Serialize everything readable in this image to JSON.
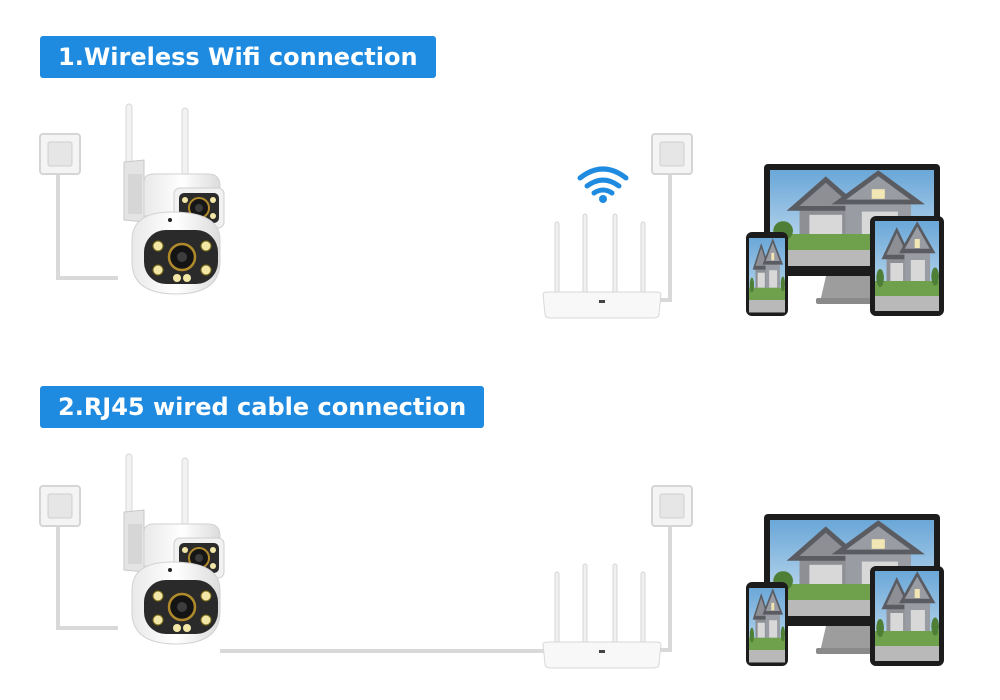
{
  "sections": [
    {
      "title": "1.Wireless Wifi connection",
      "connection": "wireless"
    },
    {
      "title": "2.RJ45 wired cable connection",
      "connection": "wired"
    }
  ],
  "colors": {
    "badge": "#1f8be0",
    "wifi": "#1f8be0",
    "cable": "#d9d9d9",
    "device_white": "#f7f7f7",
    "screen_frame": "#1c1c1c"
  },
  "icons": [
    "power-socket-icon",
    "camera-icon",
    "wifi-icon",
    "router-icon",
    "monitor-icon",
    "tablet-icon",
    "phone-icon"
  ]
}
